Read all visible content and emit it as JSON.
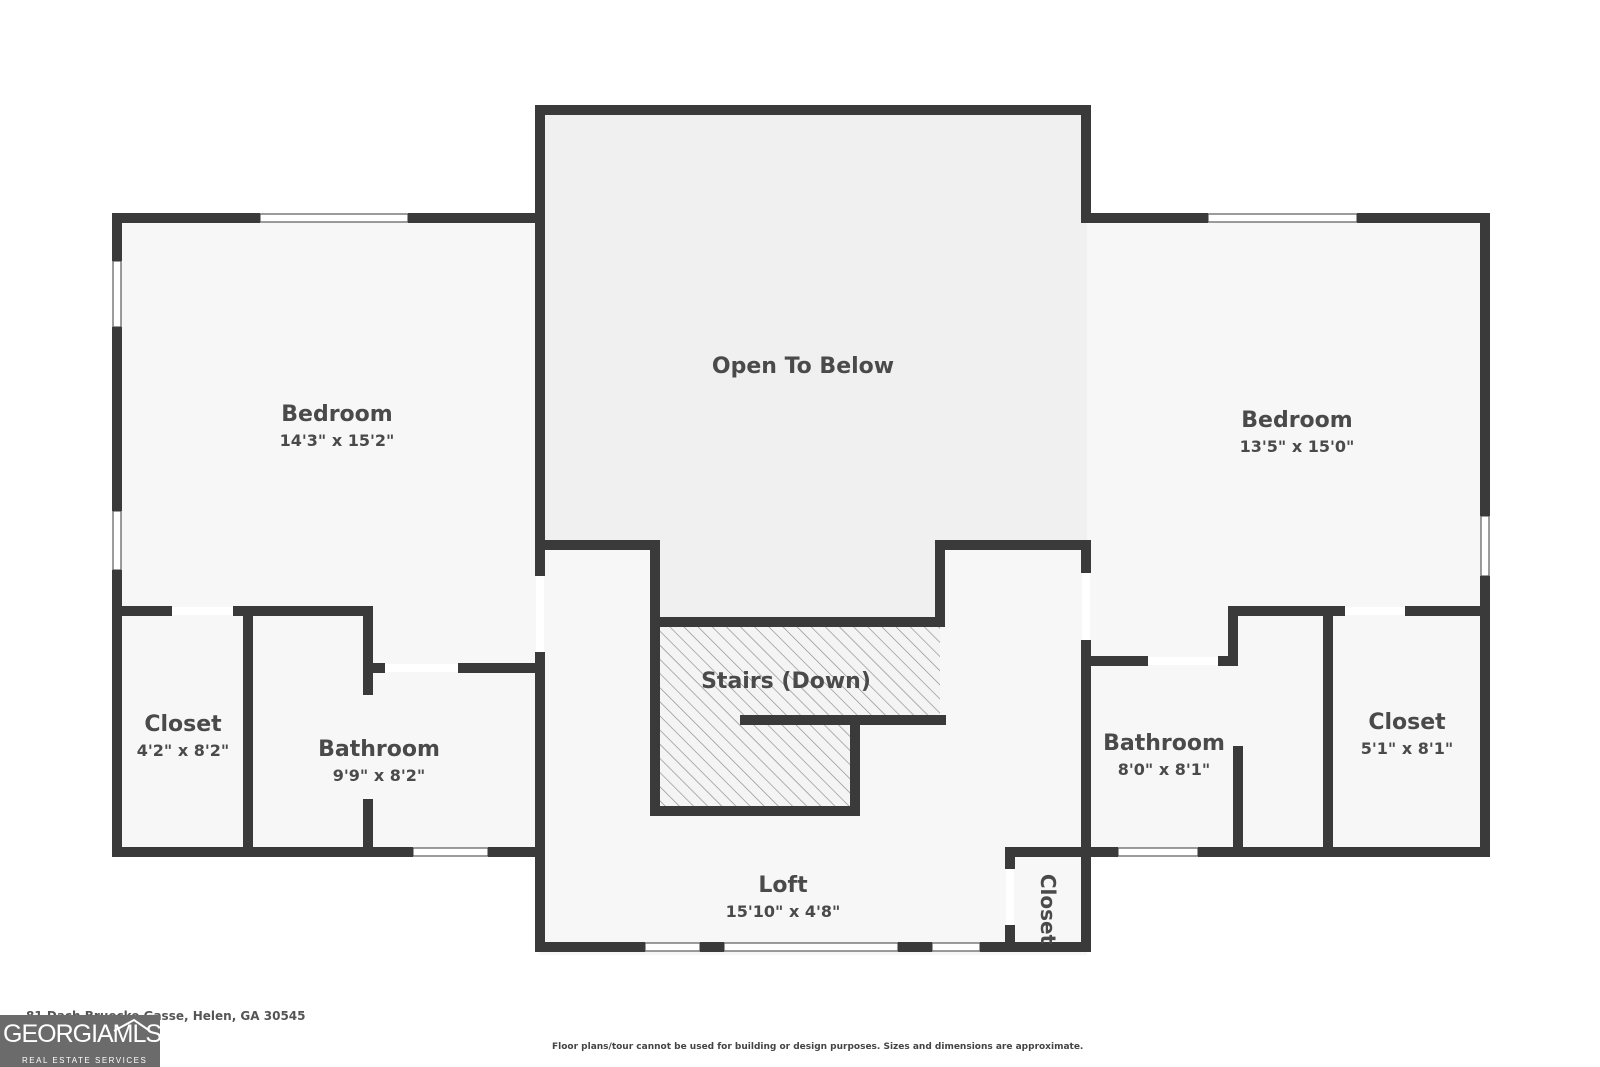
{
  "rooms": {
    "open_to_below": {
      "name": "Open To Below"
    },
    "bedroom_left": {
      "name": "Bedroom",
      "dims": "14'3\" x 15'2\""
    },
    "bedroom_right": {
      "name": "Bedroom",
      "dims": "13'5\" x 15'0\""
    },
    "closet_left": {
      "name": "Closet",
      "dims": "4'2\" x 8'2\""
    },
    "bathroom_left": {
      "name": "Bathroom",
      "dims": "9'9\" x 8'2\""
    },
    "stairs": {
      "name": "Stairs (Down)"
    },
    "bathroom_right": {
      "name": "Bathroom",
      "dims": "8'0\" x 8'1\""
    },
    "closet_right": {
      "name": "Closet",
      "dims": "5'1\" x 8'1\""
    },
    "loft": {
      "name": "Loft",
      "dims": "15'10\" x 4'8\""
    },
    "closet_small": {
      "name": "Closet"
    }
  },
  "footer": {
    "address": "81 Dach Bruecke Gasse, Helen, GA 30545",
    "disclaimer": "Floor plans/tour cannot be used for building or design purposes. Sizes and dimensions are approximate."
  },
  "logo": {
    "main": "GEORGIAMLS",
    "sub": "REAL ESTATE SERVICES"
  },
  "colors": {
    "wall": "#3a3a3a",
    "floor": "#f7f7f7",
    "open_area": "#f0f0f0",
    "text": "#4a4a4a"
  }
}
